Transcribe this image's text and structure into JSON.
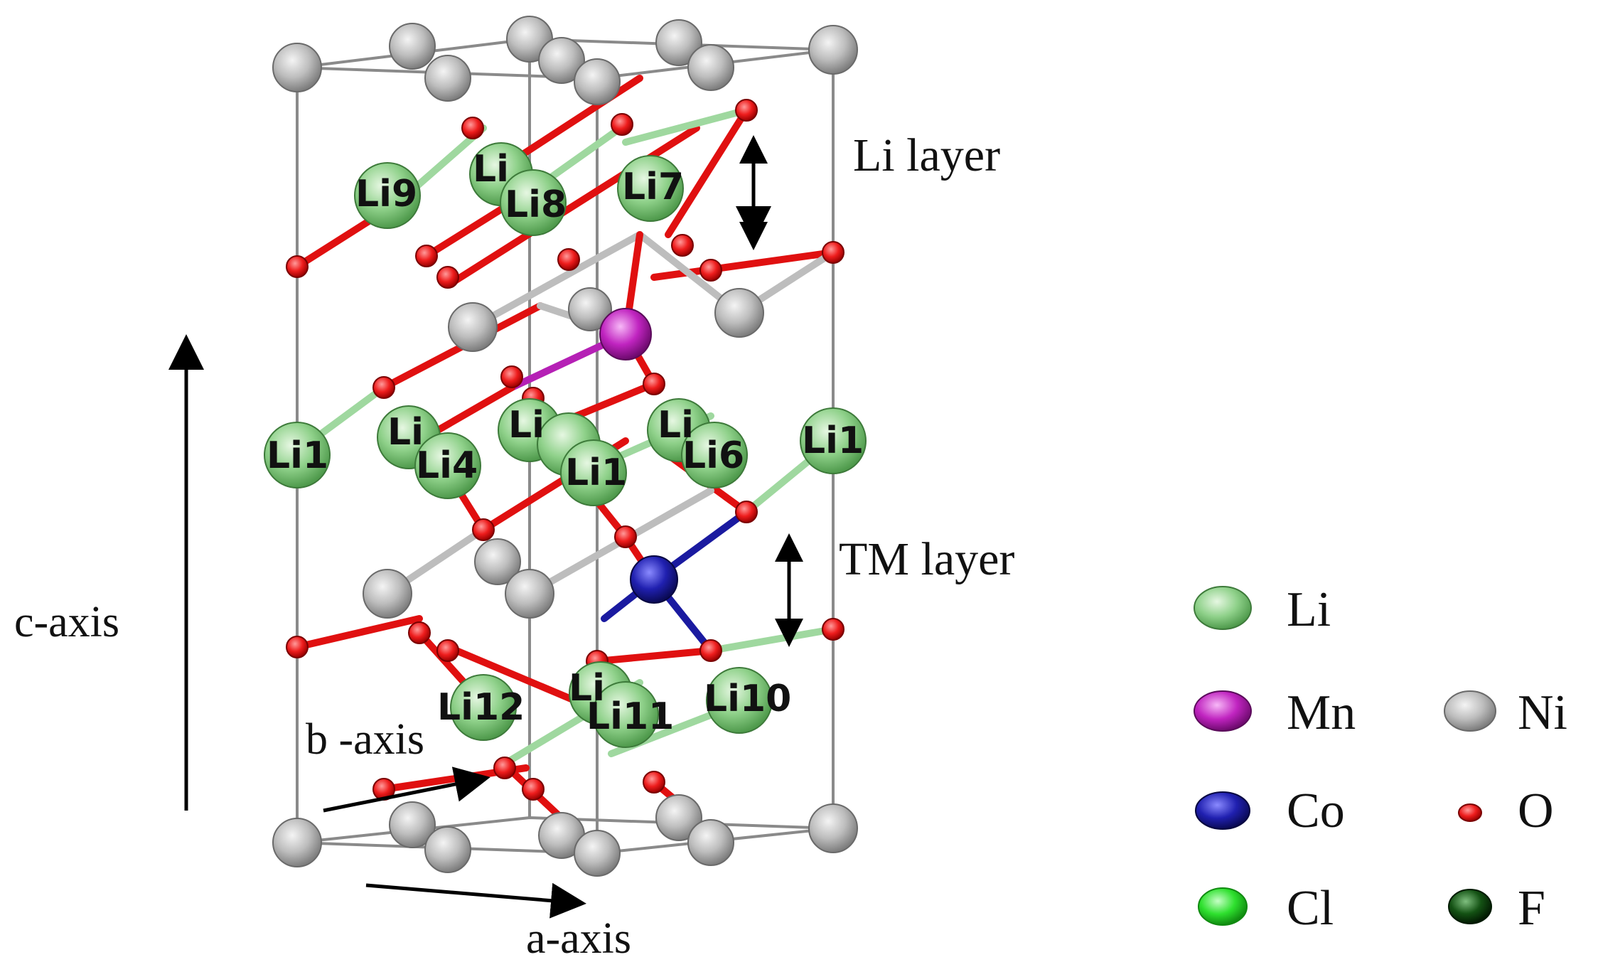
{
  "structure": {
    "atom_labels": [
      "Li9",
      "Li8",
      "Li7",
      "Li1",
      "Li4",
      "Li1",
      "Li6",
      "Li1",
      "Li12",
      "Li11",
      "Li10"
    ],
    "hidden_label_fragments": [
      "Li",
      "Li",
      "Li",
      "Li",
      "Li"
    ]
  },
  "axes": {
    "c_axis": "c-axis",
    "b_axis": "b -axis",
    "a_axis": "a-axis"
  },
  "layers": {
    "li_layer": "Li layer",
    "tm_layer": "TM layer"
  },
  "legend": {
    "items": [
      {
        "symbol": "Li",
        "color": "#7ec87e"
      },
      {
        "symbol": "Mn",
        "color": "#b520b5"
      },
      {
        "symbol": "Ni",
        "color": "#b8b8b8"
      },
      {
        "symbol": "Co",
        "color": "#1a1aa0"
      },
      {
        "symbol": "O",
        "color": "#e01010"
      },
      {
        "symbol": "Cl",
        "color": "#22dd22"
      },
      {
        "symbol": "F",
        "color": "#0a3a0a"
      }
    ]
  },
  "colors": {
    "li": "#7ec87e",
    "ni": "#b8b8b8",
    "o": "#e01010",
    "mn": "#b520b5",
    "co": "#1a1aa0",
    "cell_edge": "#888888"
  }
}
